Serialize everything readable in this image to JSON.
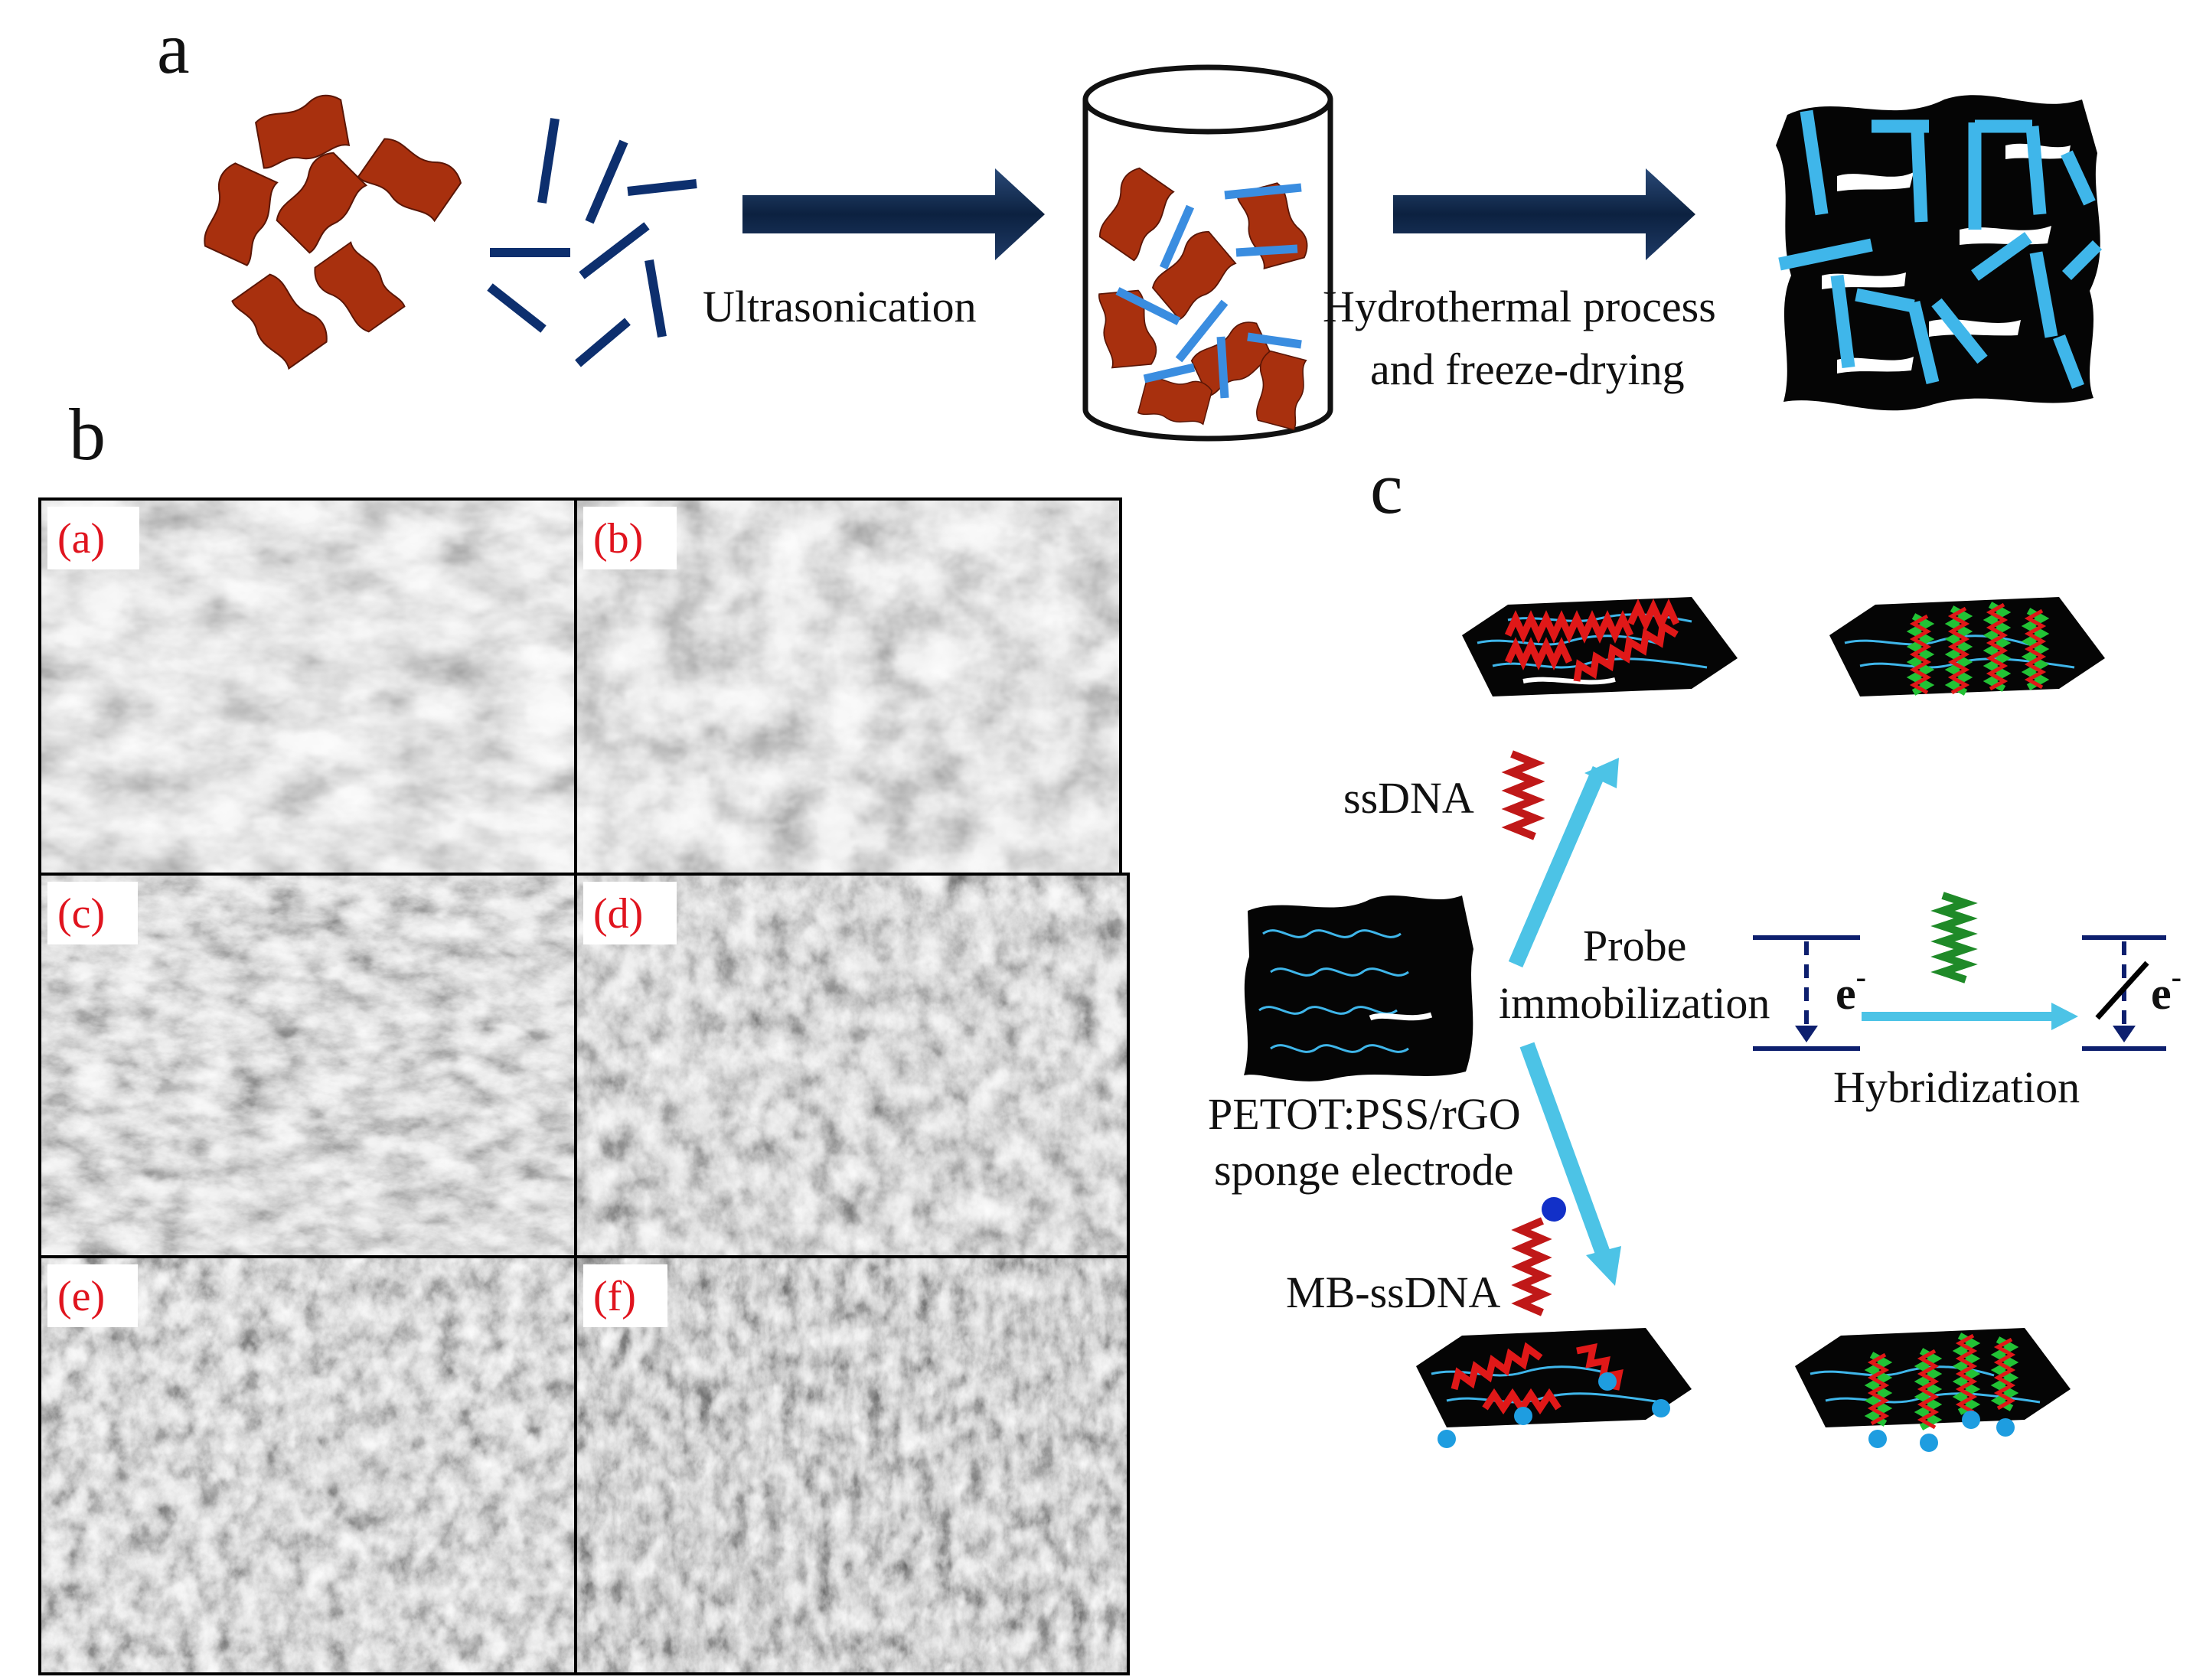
{
  "panel_a": {
    "letter": "a",
    "step1_label": "Ultrasonication",
    "step2_label_line1": "Hydrothermal process",
    "step2_label_line2": "and freeze-drying"
  },
  "panel_b": {
    "letter": "b",
    "images": [
      {
        "label": "(a)"
      },
      {
        "label": "(b)"
      },
      {
        "label": "(c)"
      },
      {
        "label": "(d)"
      },
      {
        "label": "(e)"
      },
      {
        "label": "(f)"
      }
    ]
  },
  "panel_c": {
    "letter": "c",
    "ssdna_label": "ssDNA",
    "mb_ssdna_label": "MB-ssDNA",
    "probe_line1": "Probe",
    "probe_line2": "immobilization",
    "electrode_line1": "PETOT:PSS/rGO",
    "electrode_line2": "sponge electrode",
    "electron_label": "e",
    "electron_sup": "-",
    "hybridization_label": "Hybridization"
  },
  "colors": {
    "flake": "#a8300e",
    "rod_dark": "#0d2f6e",
    "rod_light": "#3fb6ea",
    "arrow_dark": "#0c2140",
    "arrow_cyan": "#4cc3e6",
    "strand_red": "#e01818",
    "strand_green": "#22c235",
    "label_red": "#e0141e"
  }
}
